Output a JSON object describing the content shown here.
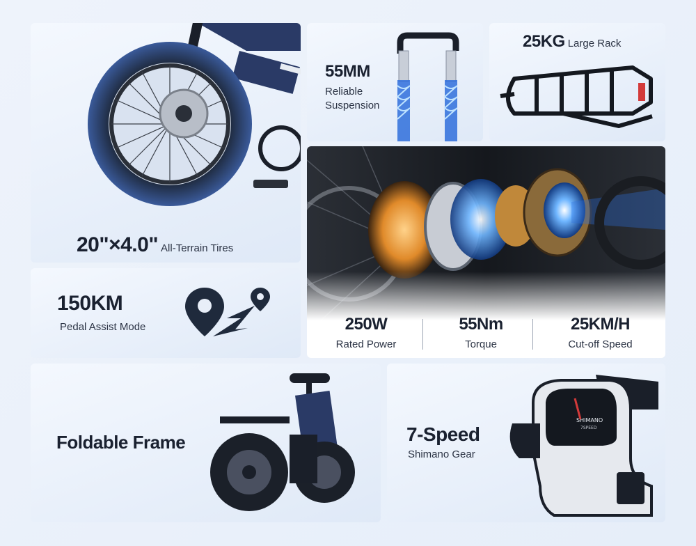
{
  "tires": {
    "value": "20\"×4.0\"",
    "label": "All-Terrain Tires"
  },
  "suspension": {
    "value": "55MM",
    "line1": "Reliable",
    "line2": "Suspension"
  },
  "rack": {
    "value": "25KG",
    "label": "Large Rack"
  },
  "range": {
    "value": "150KM",
    "label": "Pedal Assist Mode",
    "icon": "route-pin-icon"
  },
  "motor": {
    "stats": [
      {
        "value": "250W",
        "label": "Rated Power"
      },
      {
        "value": "55Nm",
        "label": "Torque"
      },
      {
        "value": "25KM/H",
        "label": "Cut-off Speed"
      }
    ]
  },
  "fold": {
    "label": "Foldable Frame"
  },
  "gear": {
    "value": "7-Speed",
    "label": "Shimano Gear",
    "shifter_brand": "SHIMANO",
    "shifter_speed": "7SPEED"
  },
  "colors": {
    "accent_blue": "#2f6fdc",
    "frame_navy": "#2a3a66",
    "text_dark": "#1a2130"
  }
}
